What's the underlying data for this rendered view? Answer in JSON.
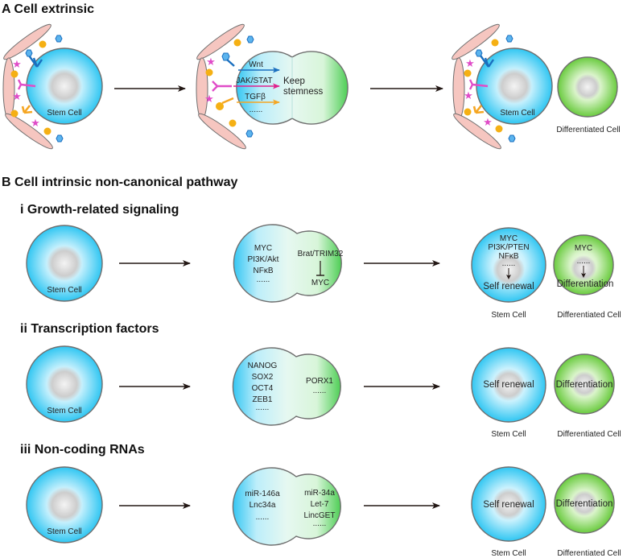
{
  "panel_a": {
    "title": "A Cell extrinsic",
    "stem_cell_label": "Stem Cell",
    "pathways": [
      "Wnt",
      "JAK/STAT",
      "TGFβ",
      "......"
    ],
    "keep_label_1": "Keep",
    "keep_label_2": "stemness",
    "differentiated_cell_label": "Differentiated Cell"
  },
  "panel_b": {
    "title": "B Cell intrinsic non-canonical pathway",
    "sections": [
      {
        "title": "i Growth-related signaling",
        "stem_cell_label": "Stem Cell",
        "left_lobe": [
          "MYC",
          "PI3K/Akt",
          "NFκB",
          "......"
        ],
        "right_lobe_top": "Brat/TRIM32",
        "right_lobe_bottom": "MYC",
        "stem_inner": [
          "MYC",
          "PI3K/PTEN",
          "NFκB",
          "......"
        ],
        "stem_result": "Self renewal",
        "diff_inner": [
          "MYC",
          "......"
        ],
        "diff_result": "Differentiation",
        "stem_caption": "Stem Cell",
        "diff_caption": "Differentiated Cell"
      },
      {
        "title": "ii Transcription factors",
        "stem_cell_label": "Stem Cell",
        "left_lobe": [
          "NANOG",
          "SOX2",
          "OCT4",
          "ZEB1",
          "......"
        ],
        "right_lobe": [
          "PORX1",
          "......"
        ],
        "stem_result": "Self renewal",
        "diff_result": "Differentiation",
        "stem_caption": "Stem Cell",
        "diff_caption": "Differentiated Cell"
      },
      {
        "title": "iii Non-coding RNAs",
        "stem_cell_label": "Stem Cell",
        "left_lobe": [
          "miR-146a",
          "Lnc34a",
          "......"
        ],
        "right_lobe": [
          "miR-34a",
          "Let-7",
          "LincGET",
          "......"
        ],
        "stem_result": "Self renewal",
        "diff_result": "Differentiation",
        "stem_caption": "Stem Cell",
        "diff_caption": "Differentiated Cell"
      }
    ]
  },
  "colors": {
    "stem_blue": "#3ccdf5",
    "diff_green": "#74d14f",
    "wnt": "#1a6fbf",
    "jak_stat": "#e0208c",
    "tgfb": "#f5a623",
    "niche_pink": "#f6c6c0",
    "ligand_orange": "#f5b014",
    "ligand_star": "#e04cc8",
    "ligand_hex": "#3a9ee0"
  }
}
